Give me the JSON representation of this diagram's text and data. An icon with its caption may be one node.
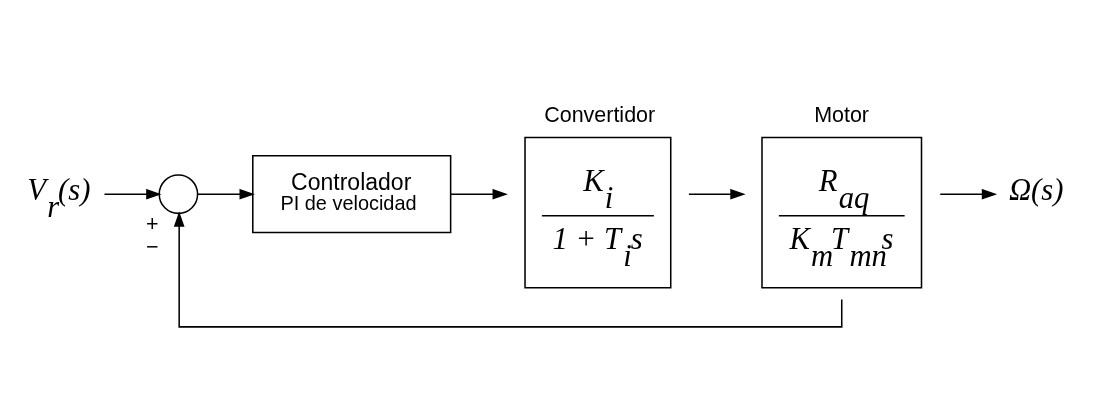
{
  "diagram": {
    "nodes": [
      {
        "text": [
          "V$_{r}$(s)"
        ]
      },
      {
        "text": [],
        "shape": "circle",
        "beside": [
          "+",
          "−"
        ]
      },
      {
        "text": [
          "Controlador",
          "PI de velocidad"
        ]
      },
      {
        "text": [
          "Convertidor",
          "K$_{i}$",
          "1 + T$_{i}$s"
        ]
      },
      {
        "text": [
          "Motor",
          "R$_{aq}$",
          "K$_{m}$T$_{mn}$s"
        ]
      },
      {
        "text": [
          "Ω(s)"
        ]
      }
    ],
    "edges": [
      {
        "from": 0,
        "to": 1,
        "arrow": "to"
      },
      {
        "from": 1,
        "to": 2,
        "arrow": "to"
      },
      {
        "from": 2,
        "to": 3,
        "arrow": "to"
      },
      {
        "from": 3,
        "to": 4,
        "arrow": "to"
      },
      {
        "from": 4,
        "to": 5,
        "arrow": "to"
      },
      {
        "from": 4,
        "to": 1,
        "arrow": "to"
      }
    ]
  }
}
